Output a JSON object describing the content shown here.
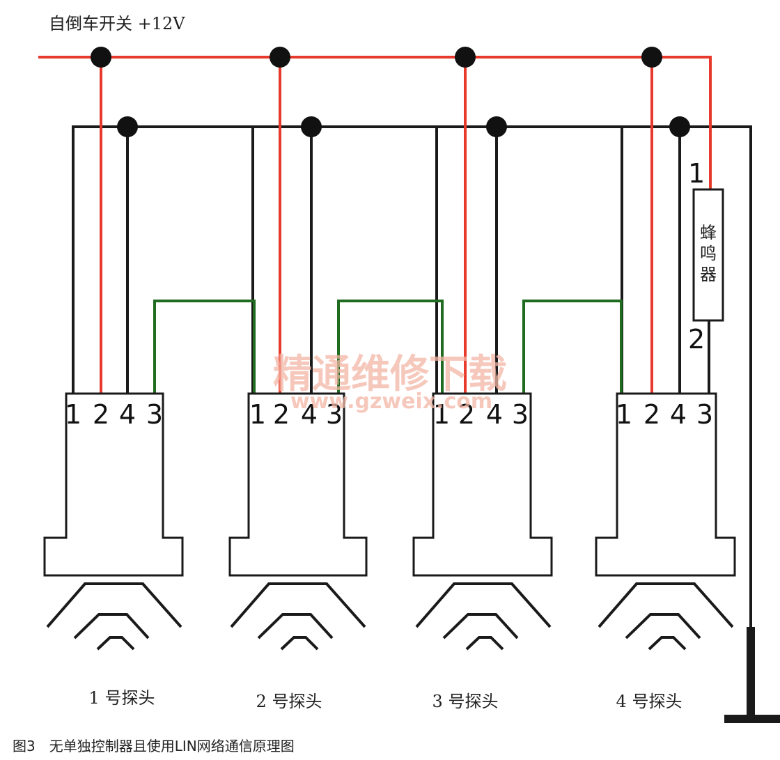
{
  "supply_label": "自倒车开关 +12V",
  "buzzer": {
    "label_chars": [
      "蜂",
      "鸣",
      "器"
    ],
    "pin1": "1",
    "pin2": "2"
  },
  "connector_pins": [
    "1",
    "2",
    "4",
    "3"
  ],
  "probes": [
    {
      "label": "1 号探头"
    },
    {
      "label": "2 号探头"
    },
    {
      "label": "3 号探头"
    },
    {
      "label": "4 号探头"
    }
  ],
  "watermark": {
    "title": "精通维修下载",
    "url": "www.gzweix.com"
  },
  "caption": "图3　无单独控制器且使用LIN网络通信原理图",
  "colors": {
    "power_wire": "#e83a2c",
    "ground_wire": "#1a1a1a",
    "lin_wire": "#1f6b1f",
    "junction": "#111111"
  }
}
